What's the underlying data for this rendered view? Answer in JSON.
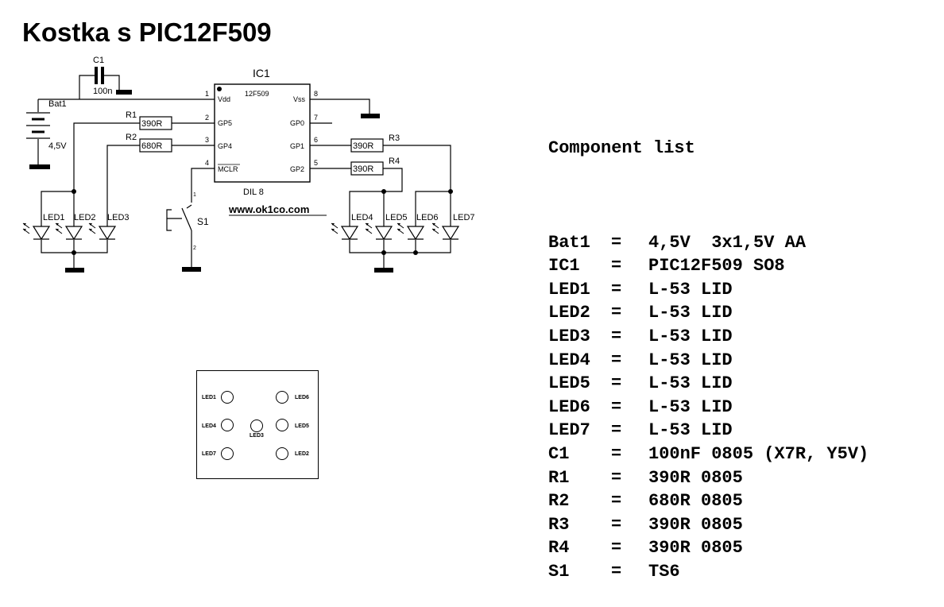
{
  "title": "Kostka s PIC12F509",
  "schematic": {
    "ic_ref": "IC1",
    "ic_part": "12F509",
    "ic_package": "DIL 8",
    "pins": [
      {
        "num": "1",
        "name": "Vdd"
      },
      {
        "num": "2",
        "name": "GP5"
      },
      {
        "num": "3",
        "name": "GP4"
      },
      {
        "num": "4",
        "name": "MCLR"
      },
      {
        "num": "8",
        "name": "Vss"
      },
      {
        "num": "7",
        "name": "GP0"
      },
      {
        "num": "6",
        "name": "GP1"
      },
      {
        "num": "5",
        "name": "GP2"
      }
    ],
    "c1_ref": "C1",
    "c1_value": "100n",
    "bat_ref": "Bat1",
    "bat_value": "4,5V",
    "resistors": [
      {
        "ref": "R1",
        "value": "390R"
      },
      {
        "ref": "R2",
        "value": "680R"
      },
      {
        "ref": "R3",
        "value": "390R"
      },
      {
        "ref": "R4",
        "value": "390R"
      }
    ],
    "switch_ref": "S1",
    "switch_pin1": "1",
    "switch_pin2": "2",
    "leds": [
      "LED1",
      "LED2",
      "LED3",
      "LED4",
      "LED5",
      "LED6",
      "LED7"
    ],
    "website": "www.ok1co.com"
  },
  "board": {
    "labels": {
      "led1": "LED1",
      "led6": "LED6",
      "led4": "LED4",
      "led3": "LED3",
      "led5": "LED5",
      "led7": "LED7",
      "led2": "LED2"
    }
  },
  "components": {
    "heading": "Component list",
    "rows": [
      {
        "ref": "Bat1",
        "eq": "=",
        "val": "4,5V  3x1,5V AA"
      },
      {
        "ref": "IC1",
        "eq": "=",
        "val": "PIC12F509 SO8"
      },
      {
        "ref": "LED1",
        "eq": "=",
        "val": "L-53 LID"
      },
      {
        "ref": "LED2",
        "eq": "=",
        "val": "L-53 LID"
      },
      {
        "ref": "LED3",
        "eq": "=",
        "val": "L-53 LID"
      },
      {
        "ref": "LED4",
        "eq": "=",
        "val": "L-53 LID"
      },
      {
        "ref": "LED5",
        "eq": "=",
        "val": "L-53 LID"
      },
      {
        "ref": "LED6",
        "eq": "=",
        "val": "L-53 LID"
      },
      {
        "ref": "LED7",
        "eq": "=",
        "val": "L-53 LID"
      },
      {
        "ref": "C1",
        "eq": "=",
        "val": "100nF 0805 (X7R, Y5V)"
      },
      {
        "ref": "R1",
        "eq": "=",
        "val": "390R 0805"
      },
      {
        "ref": "R2",
        "eq": "=",
        "val": "680R 0805"
      },
      {
        "ref": "R3",
        "eq": "=",
        "val": "390R 0805"
      },
      {
        "ref": "R4",
        "eq": "=",
        "val": "390R 0805"
      },
      {
        "ref": "S1",
        "eq": "=",
        "val": "TS6"
      }
    ]
  }
}
